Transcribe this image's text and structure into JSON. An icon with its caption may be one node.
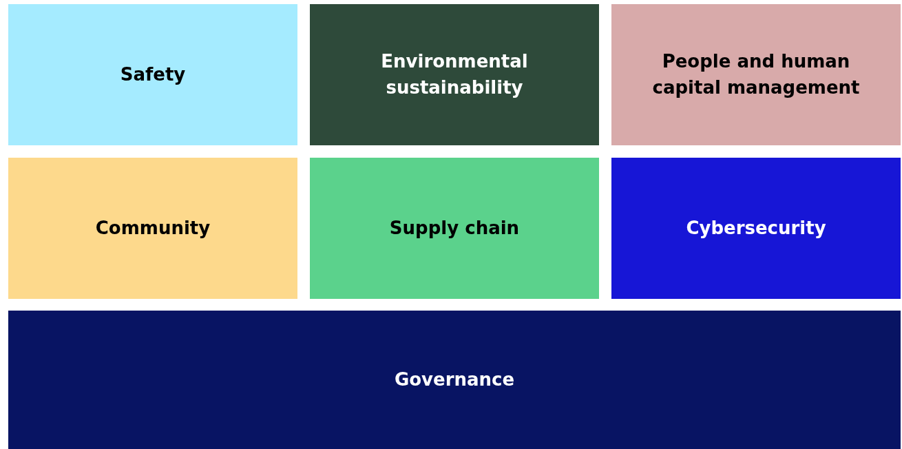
{
  "diagram": {
    "nodes": [
      {
        "text": [
          "Safety"
        ]
      },
      {
        "text": [
          "Environmental sustainability"
        ]
      },
      {
        "text": [
          "People and human capital management"
        ]
      },
      {
        "text": [
          "Community"
        ]
      },
      {
        "text": [
          "Supply chain"
        ]
      },
      {
        "text": [
          "Cybersecurity"
        ]
      },
      {
        "text": [
          "Governance"
        ]
      }
    ]
  }
}
